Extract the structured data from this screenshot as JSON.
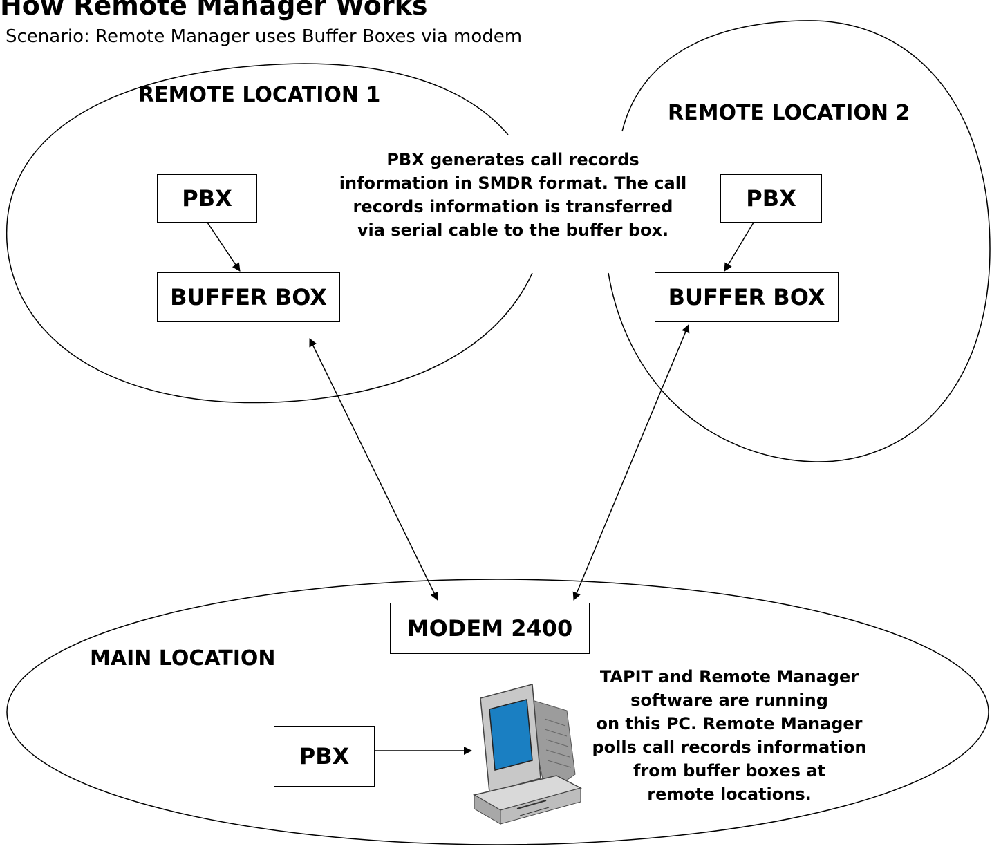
{
  "title": "How Remote Manager Works",
  "subtitle": "Scenario: Remote Manager uses Buffer Boxes via modem",
  "regions": {
    "remote1": "REMOTE LOCATION 1",
    "remote2": "REMOTE LOCATION 2",
    "main": "MAIN LOCATION"
  },
  "nodes": {
    "remote1_pbx": "PBX",
    "remote1_buffer": "BUFFER BOX",
    "remote2_pbx": "PBX",
    "remote2_buffer": "BUFFER BOX",
    "modem": "MODEM 2400",
    "main_pbx": "PBX"
  },
  "notes": {
    "pbx_note": [
      "PBX generates call records",
      "information in SMDR format. The call",
      "records information is transferred",
      "via serial cable to the buffer box."
    ],
    "pc_note": [
      "TAPIT and Remote Manager",
      "software are running",
      "on this PC. Remote Manager",
      "polls call records information",
      "from buffer boxes at",
      "remote locations."
    ]
  },
  "icons": {
    "pc": "desktop-computer-icon"
  }
}
